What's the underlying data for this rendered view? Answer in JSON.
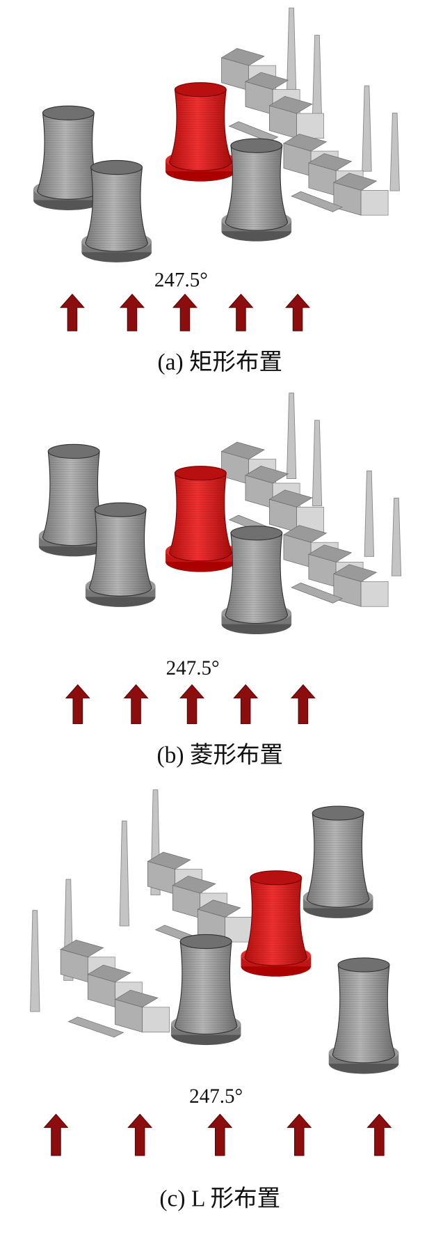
{
  "colors": {
    "tower": "#9a9a9a",
    "tower_red": "#d81e1e",
    "arrow": "#8b0d0d",
    "building": "#c8c8c8"
  },
  "panels": [
    {
      "caption": "(a)  矩形布置",
      "angle_label": "247.5°"
    },
    {
      "caption": "(b)  菱形布置",
      "angle_label": "247.5°"
    },
    {
      "caption": "(c) L 形布置",
      "angle_label": "247.5°"
    }
  ]
}
